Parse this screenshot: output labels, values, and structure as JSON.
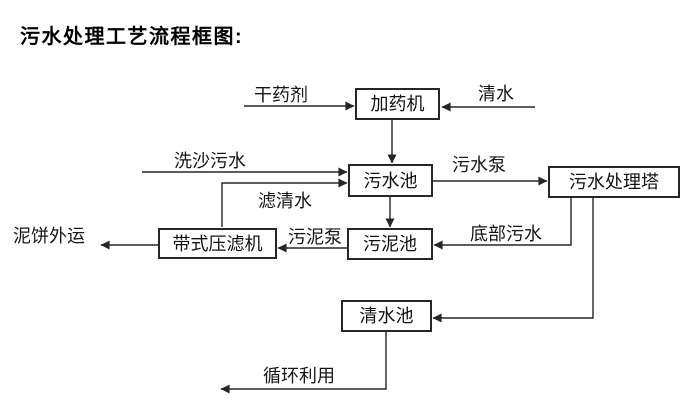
{
  "page": {
    "title": "污水处理工艺流程框图:",
    "background_color": "#ffffff",
    "line_color": "#262626",
    "text_color": "#111111"
  },
  "diagram": {
    "boxes": [
      {
        "id": "dosing-machine",
        "label": "加药机"
      },
      {
        "id": "sewage-pool",
        "label": "污水池"
      },
      {
        "id": "treatment-tower",
        "label": "污水处理塔"
      },
      {
        "id": "sludge-pool",
        "label": "污泥池"
      },
      {
        "id": "belt-filter-press",
        "label": "带式压滤机"
      },
      {
        "id": "clear-water-pool",
        "label": "清水池"
      }
    ],
    "flow_labels": [
      {
        "id": "dry-agent",
        "label": "干药剂"
      },
      {
        "id": "clear-water",
        "label": "清水"
      },
      {
        "id": "wash-sand-sewage",
        "label": "洗沙污水"
      },
      {
        "id": "sewage-pump",
        "label": "污水泵"
      },
      {
        "id": "filtered-water",
        "label": "滤清水"
      },
      {
        "id": "mud-cake-out",
        "label": "泥饼外运"
      },
      {
        "id": "sludge-pump",
        "label": "污泥泵"
      },
      {
        "id": "bottom-sewage",
        "label": "底部污水"
      },
      {
        "id": "recycle-use",
        "label": "循环利用"
      }
    ]
  }
}
